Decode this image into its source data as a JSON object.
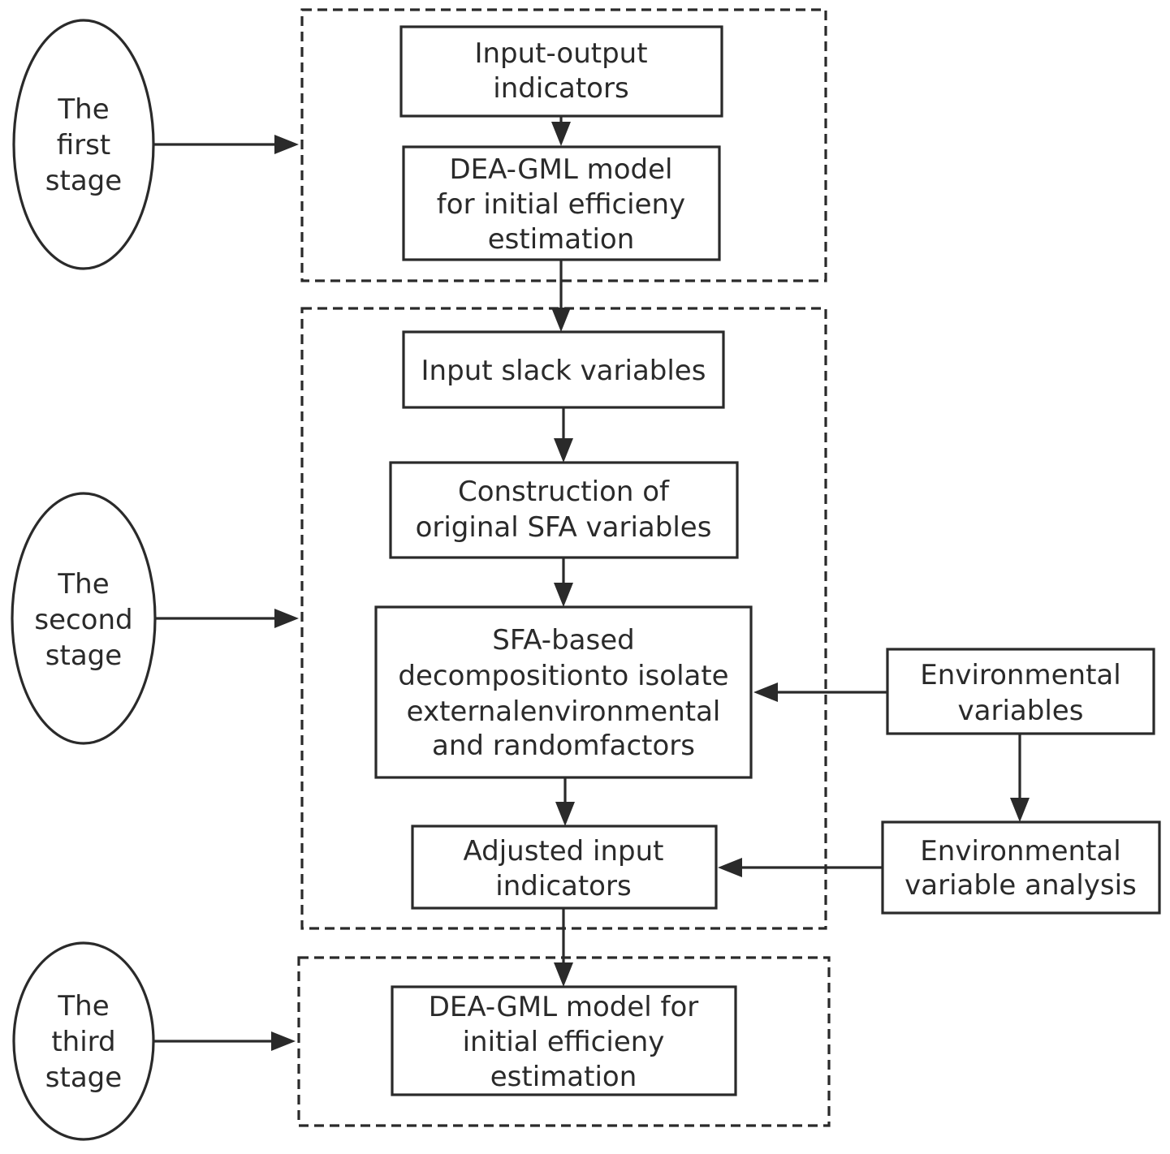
{
  "stages": [
    {
      "id": "first",
      "lines": [
        "The",
        "first",
        "stage"
      ]
    },
    {
      "id": "second",
      "lines": [
        "The",
        "second",
        "stage"
      ]
    },
    {
      "id": "third",
      "lines": [
        "The",
        "third",
        "stage"
      ]
    }
  ],
  "boxes": {
    "input_output": [
      "Input-output",
      "indicators"
    ],
    "dea_gml_first": [
      "DEA-GML model",
      "for initial efficieny",
      "estimation"
    ],
    "input_slack": [
      "Input slack variables"
    ],
    "construction_sfa": [
      "Construction of",
      "original SFA variables"
    ],
    "sfa_decomposition": [
      "SFA-based",
      "decompositionto isolate",
      "externalenvironmental",
      "and randomfactors"
    ],
    "adjusted_input": [
      "Adjusted input",
      "indicators"
    ],
    "environmental_variables": [
      "Environmental",
      "variables"
    ],
    "environmental_analysis": [
      "Environmental",
      "variable analysis"
    ],
    "dea_gml_third": [
      "DEA-GML model for",
      "initial efficieny",
      "estimation"
    ]
  }
}
